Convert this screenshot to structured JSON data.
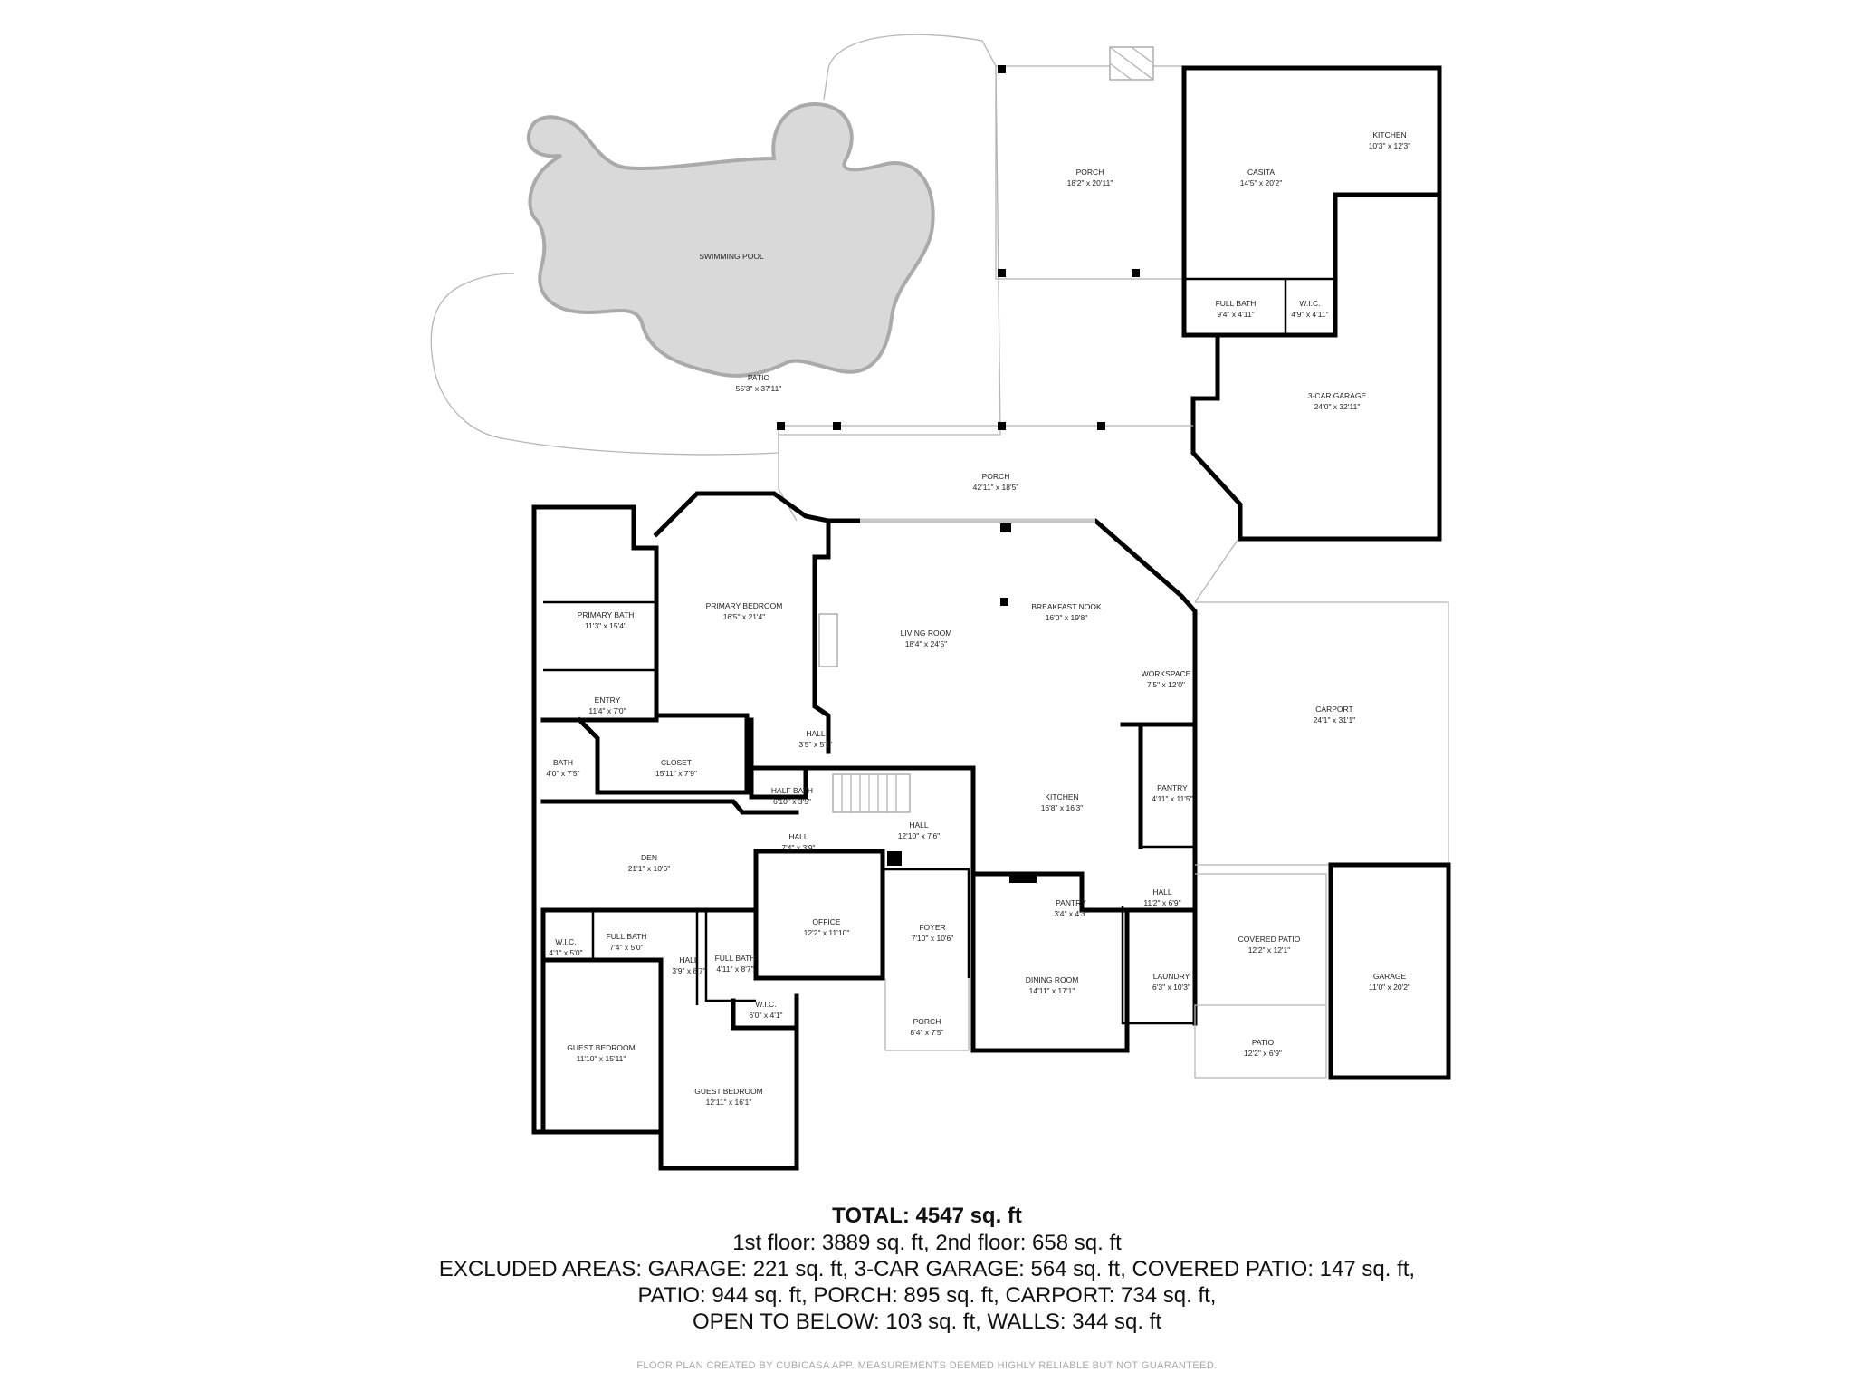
{
  "rooms": [
    {
      "id": "swimming-pool",
      "name": "SWIMMING POOL",
      "dims": ""
    },
    {
      "id": "patio-pool",
      "name": "PATIO",
      "dims": "55'3\" x 37'11\""
    },
    {
      "id": "porch-north",
      "name": "PORCH",
      "dims": "18'2\" x 20'11\""
    },
    {
      "id": "casita",
      "name": "CASITA",
      "dims": "14'5\" x 20'2\""
    },
    {
      "id": "kitchen-casita",
      "name": "KITCHEN",
      "dims": "10'3\" x 12'3\""
    },
    {
      "id": "full-bath-casita",
      "name": "FULL BATH",
      "dims": "9'4\" x 4'11\""
    },
    {
      "id": "wic-casita",
      "name": "W.I.C.",
      "dims": "4'9\" x 4'11\""
    },
    {
      "id": "three-car-garage",
      "name": "3-CAR GARAGE",
      "dims": "24'0\" x 32'11\""
    },
    {
      "id": "porch-main",
      "name": "PORCH",
      "dims": "42'11\" x 18'5\""
    },
    {
      "id": "primary-bath",
      "name": "PRIMARY BATH",
      "dims": "11'3\" x 15'4\""
    },
    {
      "id": "primary-bedroom",
      "name": "PRIMARY BEDROOM",
      "dims": "16'5\" x 21'4\""
    },
    {
      "id": "living-room",
      "name": "LIVING ROOM",
      "dims": "18'4\" x 24'5\""
    },
    {
      "id": "breakfast-nook",
      "name": "BREAKFAST NOOK",
      "dims": "16'0\" x 19'8\""
    },
    {
      "id": "workspace",
      "name": "WORKSPACE",
      "dims": "7'5\" x 12'0\""
    },
    {
      "id": "carport",
      "name": "CARPORT",
      "dims": "24'1\" x 31'1\""
    },
    {
      "id": "entry",
      "name": "ENTRY",
      "dims": "11'4\" x 7'0\""
    },
    {
      "id": "hall-small",
      "name": "HALL",
      "dims": "3'5\" x 5'1\""
    },
    {
      "id": "bath",
      "name": "BATH",
      "dims": "4'0\" x 7'5\""
    },
    {
      "id": "closet",
      "name": "CLOSET",
      "dims": "15'11\" x 7'9\""
    },
    {
      "id": "half-bath",
      "name": "HALF BATH",
      "dims": "6'10\" x 3'5\""
    },
    {
      "id": "pantry-large",
      "name": "PANTRY",
      "dims": "4'11\" x 11'5\""
    },
    {
      "id": "kitchen-main",
      "name": "KITCHEN",
      "dims": "16'8\" x 16'3\""
    },
    {
      "id": "hall-center",
      "name": "HALL",
      "dims": "12'10\" x 7'6\""
    },
    {
      "id": "hall-den",
      "name": "HALL",
      "dims": "7'4\" x 3'9\""
    },
    {
      "id": "den",
      "name": "DEN",
      "dims": "21'1\" x 10'6\""
    },
    {
      "id": "pantry-small",
      "name": "PANTRY",
      "dims": "3'4\" x 4'3\""
    },
    {
      "id": "hall-laundry",
      "name": "HALL",
      "dims": "11'2\" x 6'9\""
    },
    {
      "id": "office",
      "name": "OFFICE",
      "dims": "12'2\" x 11'10\""
    },
    {
      "id": "foyer",
      "name": "FOYER",
      "dims": "7'10\" x 10'6\""
    },
    {
      "id": "covered-patio",
      "name": "COVERED PATIO",
      "dims": "12'2\" x 12'1\""
    },
    {
      "id": "wic-guest",
      "name": "W.I.C.",
      "dims": "4'1\" x 5'0\""
    },
    {
      "id": "full-bath-guest1",
      "name": "FULL BATH",
      "dims": "7'4\" x 5'0\""
    },
    {
      "id": "hall-guest",
      "name": "HALL",
      "dims": "3'9\" x 8'7\""
    },
    {
      "id": "full-bath-guest2",
      "name": "FULL BATH",
      "dims": "4'11\" x 8'7\""
    },
    {
      "id": "dining-room",
      "name": "DINING ROOM",
      "dims": "14'11\" x 17'1\""
    },
    {
      "id": "laundry",
      "name": "LAUNDRY",
      "dims": "6'3\" x 10'3\""
    },
    {
      "id": "garage",
      "name": "GARAGE",
      "dims": "11'0\" x 20'2\""
    },
    {
      "id": "wic-guest2",
      "name": "W.I.C.",
      "dims": "6'0\" x 4'1\""
    },
    {
      "id": "porch-front",
      "name": "PORCH",
      "dims": "8'4\" x 7'5\""
    },
    {
      "id": "patio-side",
      "name": "PATIO",
      "dims": "12'2\" x 6'9\""
    },
    {
      "id": "guest-bedroom-1",
      "name": "GUEST BEDROOM",
      "dims": "11'10\" x 15'11\""
    },
    {
      "id": "guest-bedroom-2",
      "name": "GUEST BEDROOM",
      "dims": "12'11\" x 16'1\""
    }
  ],
  "summary": {
    "total": "TOTAL: 4547 sq. ft",
    "floors": "1st floor: 3889 sq. ft, 2nd floor: 658 sq. ft",
    "excluded_1": "EXCLUDED AREAS: GARAGE: 221 sq. ft, 3-CAR GARAGE: 564 sq. ft, COVERED PATIO: 147 sq. ft,",
    "excluded_2": "PATIO: 944 sq. ft, PORCH: 895 sq. ft, CARPORT: 734 sq. ft,",
    "excluded_3": "OPEN TO BELOW: 103 sq. ft, WALLS: 344 sq. ft"
  },
  "disclaimer": "FLOOR PLAN CREATED BY CUBICASA APP. MEASUREMENTS DEEMED HIGHLY RELIABLE BUT NOT GUARANTEED.",
  "colors": {
    "wall": "#000000",
    "pool": "#d9d9d9",
    "outline": "#b5b5b5"
  }
}
